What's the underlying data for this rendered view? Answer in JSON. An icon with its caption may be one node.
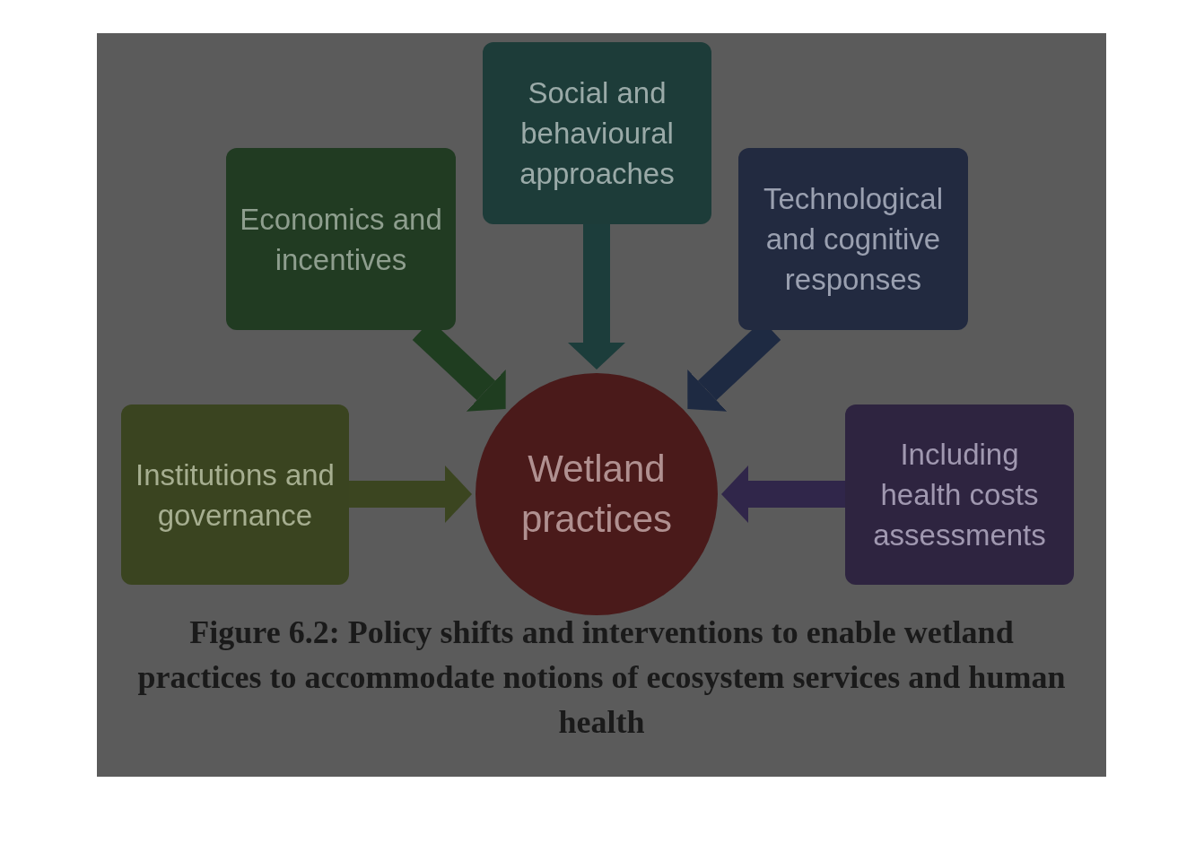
{
  "diagram": {
    "caption": "Figure 6.2: Policy shifts and interventions to enable wetland practices to accommodate notions of ecosystem services and human health",
    "nodes": [
      {
        "text": [
          "Economics and incentives"
        ]
      },
      {
        "text": [
          "Social and behavioural approaches"
        ]
      },
      {
        "text": [
          "Technological and cognitive responses"
        ]
      },
      {
        "text": [
          "Institutions and governance"
        ]
      },
      {
        "text": [
          "Wetland practices"
        ]
      },
      {
        "text": [
          "Including health costs assessments"
        ]
      }
    ],
    "edges": [
      {
        "from": 0,
        "to": 4,
        "arrow": "to",
        "color": "#1f3d20"
      },
      {
        "from": 1,
        "to": 4,
        "arrow": "to",
        "color": "#1c3d3b"
      },
      {
        "from": 2,
        "to": 4,
        "arrow": "to",
        "color": "#1e2a42"
      },
      {
        "from": 3,
        "to": 4,
        "arrow": "to",
        "color": "#3b4520"
      },
      {
        "from": 5,
        "to": 4,
        "arrow": "to",
        "color": "#30264a"
      }
    ]
  }
}
